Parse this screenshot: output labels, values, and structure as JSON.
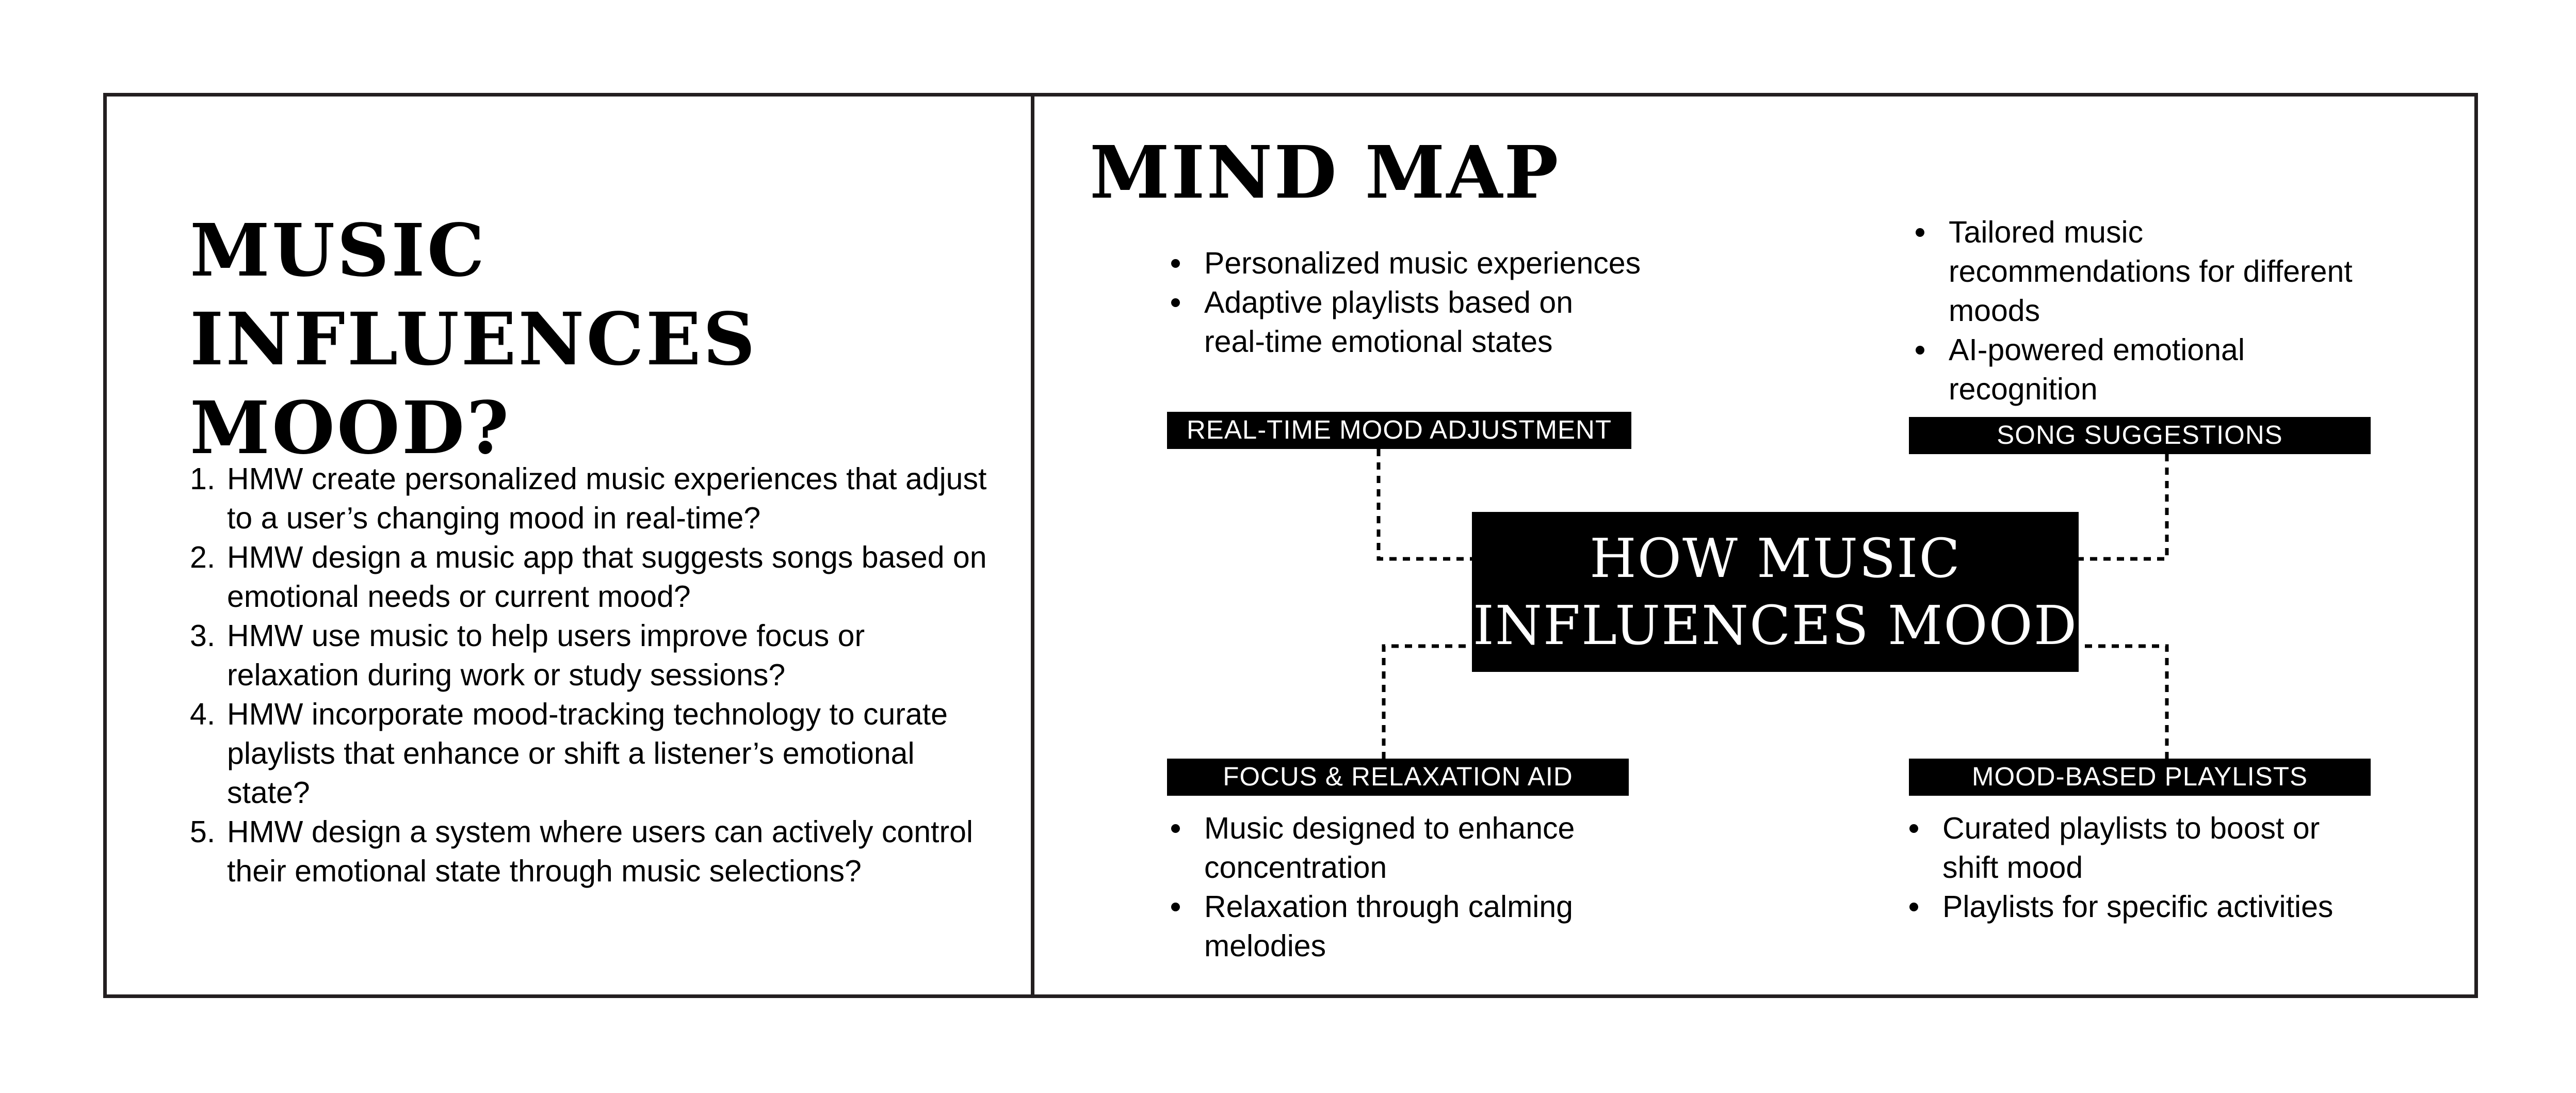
{
  "left_panel": {
    "title": "MUSIC INFLUENCES MOOD?",
    "items": [
      {
        "num": "1.",
        "text": "HMW create personalized music experiences that adjust to a user’s changing mood in real-time?"
      },
      {
        "num": "2.",
        "text": "HMW design a music app that suggests songs based on emotional needs or current mood?"
      },
      {
        "num": "3.",
        "text": "HMW use music to help users improve focus or relaxation during work or study sessions?"
      },
      {
        "num": "4.",
        "text": "HMW incorporate mood-tracking technology to curate playlists that enhance or shift a listener’s emotional state?"
      },
      {
        "num": "5.",
        "text": "HMW design a system where users can actively control their emotional state through music selections?"
      }
    ]
  },
  "mind_map": {
    "title": "MIND MAP",
    "center": {
      "line1": "HOW MUSIC",
      "line2": "INFLUENCES MOOD"
    },
    "nodes": {
      "realtime": {
        "label": "REAL-TIME MOOD ADJUSTMENT",
        "bullets": [
          "Personalized music experiences",
          "Adaptive playlists based on real-time emotional states"
        ]
      },
      "songs": {
        "label": "SONG SUGGESTIONS",
        "bullets": [
          "Tailored music recommendations for different moods",
          "AI-powered emotional recognition"
        ]
      },
      "focus": {
        "label": "FOCUS & RELAXATION AID",
        "bullets": [
          "Music designed to enhance concentration",
          "Relaxation through calming melodies"
        ]
      },
      "playlists": {
        "label": "MOOD-BASED PLAYLISTS",
        "bullets": [
          "Curated playlists to boost or shift mood",
          "Playlists for specific activities"
        ]
      }
    }
  }
}
